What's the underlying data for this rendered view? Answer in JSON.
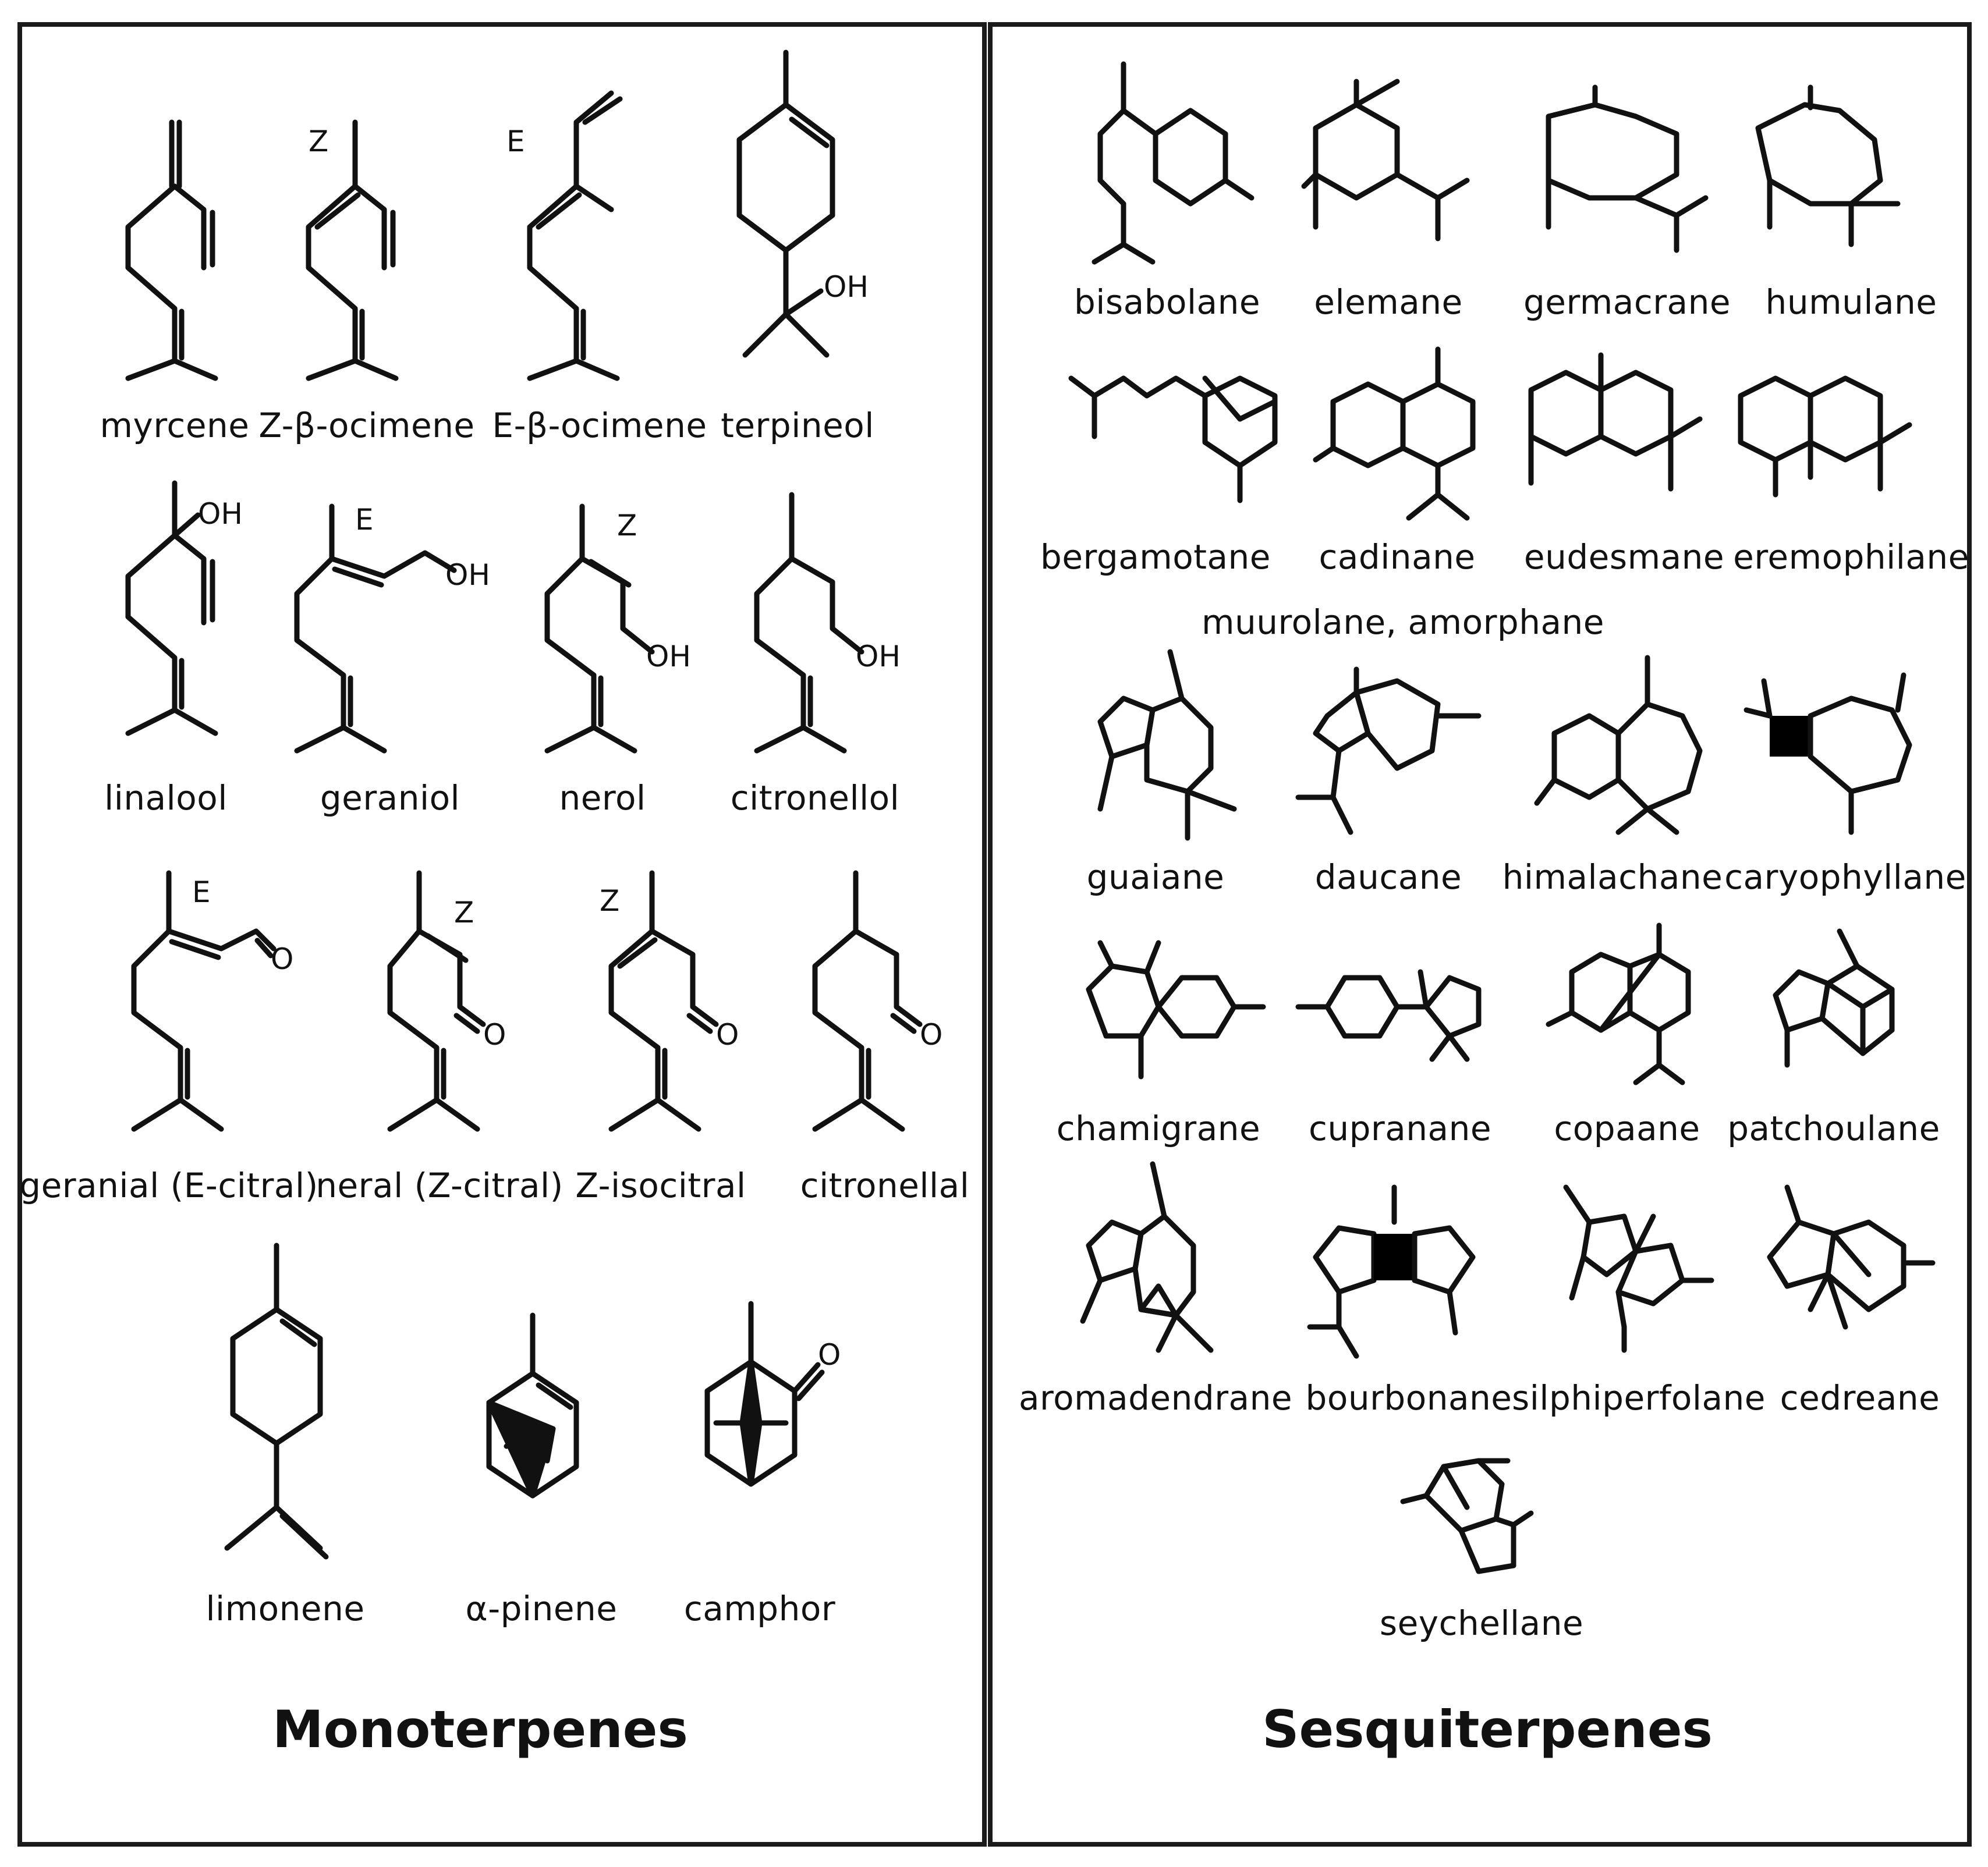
{
  "monoterpenes": {
    "title": "Monoterpenes",
    "compounds": [
      "myrcene",
      "Z-β-ocimene",
      "E-β-ocimene",
      "terpineol",
      "linalool",
      "geraniol",
      "nerol",
      "citronellol",
      "geranial (E-citral)",
      "neral (Z-citral)",
      "Z-isocitral",
      "citronellal",
      "limonene",
      "α-pinene",
      "camphor"
    ]
  },
  "sesquiterpenes": {
    "title": "Sesquiterpenes",
    "compounds": [
      "bisabolane",
      "elemane",
      "germacrane",
      "humulane",
      "bergamotane",
      "cadinane",
      "eudesmane",
      "eremophilane",
      "guaiane",
      "daucane",
      "himalachane",
      "caryophyllane",
      "chamigrane",
      "cupranane",
      "copaane",
      "patchoulane",
      "aromadendrane",
      "bourbonane",
      "silphiperfolane",
      "cedreane",
      "seychellane"
    ],
    "cadinane_note": "muurolane, amorphane"
  },
  "annotations": {
    "Z": "Z",
    "E": "E",
    "OH": "OH",
    "O": "O"
  }
}
